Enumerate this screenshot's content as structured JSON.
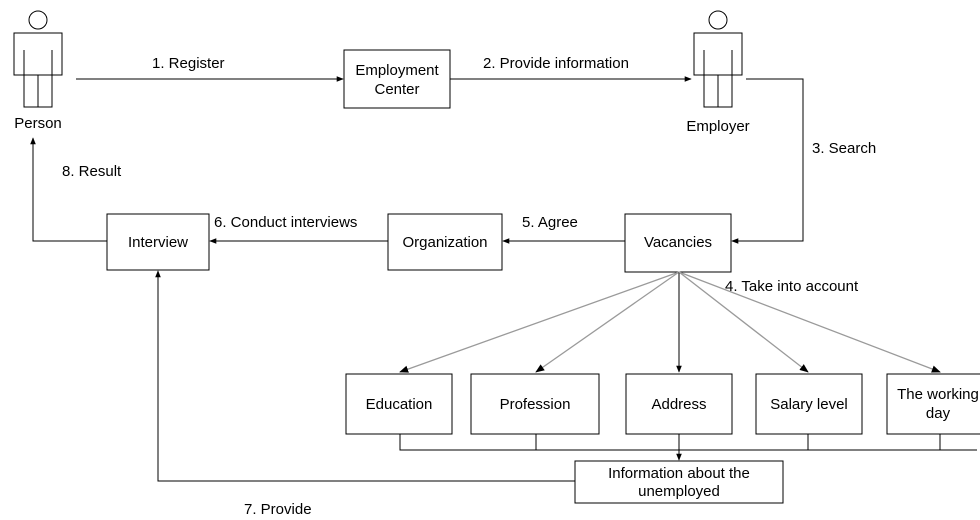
{
  "actors": {
    "person": "Person",
    "employer": "Employer"
  },
  "boxes": {
    "employment_center": [
      "Employment",
      "Center"
    ],
    "interview": "Interview",
    "organization": "Organization",
    "vacancies": "Vacancies",
    "education": "Education",
    "profession": "Profession",
    "address": "Address",
    "salary_level": "Salary level",
    "working_day": [
      "The working",
      "day"
    ],
    "unemployed_info": [
      "Information about the",
      "unemployed"
    ]
  },
  "steps": {
    "register": "1. Register",
    "provide_information": "2. Provide information",
    "search": "3. Search",
    "take_into_account": "4. Take into account",
    "agree": "5. Agree",
    "conduct_interviews": "6. Conduct interviews",
    "provide": "7. Provide",
    "result": "8. Result"
  }
}
